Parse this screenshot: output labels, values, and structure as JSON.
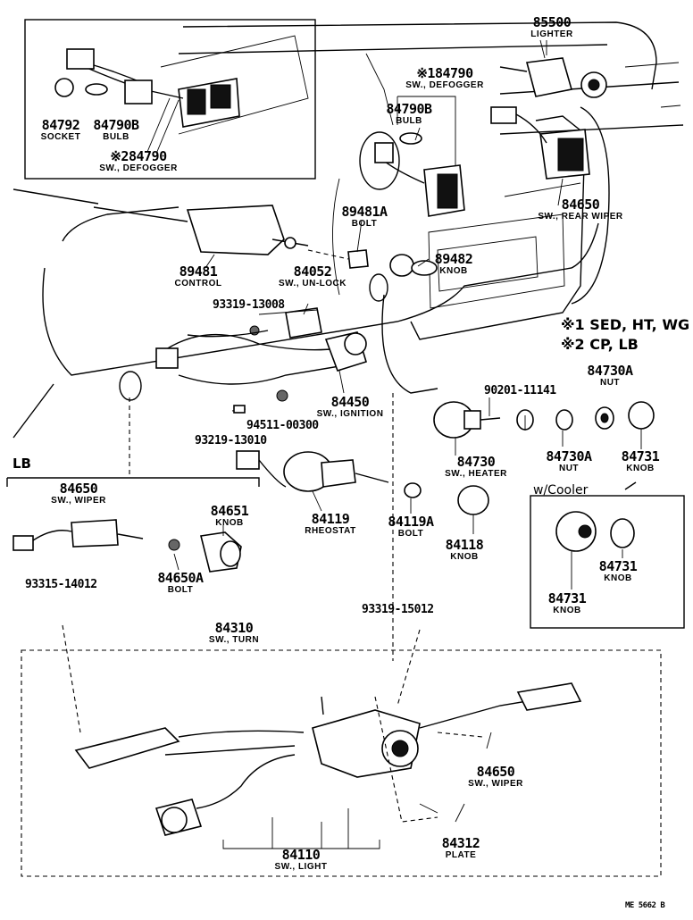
{
  "parts": {
    "p85500": {
      "num": "85500",
      "name": "LIGHTER"
    },
    "p84790_1": {
      "num": "※184790",
      "name": "SW., DEFOGGER"
    },
    "p84790b_main": {
      "num": "84790B",
      "name": "BULB"
    },
    "p84792": {
      "num": "84792",
      "name": "SOCKET"
    },
    "p84790b_inset": {
      "num": "84790B",
      "name": "BULB"
    },
    "p84790_2": {
      "num": "※284790",
      "name": "SW., DEFOGGER"
    },
    "p89481a": {
      "num": "89481A",
      "name": "BOLT"
    },
    "p84650_rear": {
      "num": "84650",
      "name": "SW., REAR WIPER"
    },
    "p89481": {
      "num": "89481",
      "name": "CONTROL"
    },
    "p84052": {
      "num": "84052",
      "name": "SW., UN-LOCK"
    },
    "p89482": {
      "num": "89482",
      "name": "KNOB"
    },
    "p84450": {
      "num": "84450",
      "name": "SW., IGNITION"
    },
    "p84730a_nut1": {
      "num": "84730A",
      "name": "NUT"
    },
    "p84730": {
      "num": "84730",
      "name": "SW., HEATER"
    },
    "p84730a_nut2": {
      "num": "84730A",
      "name": "NUT"
    },
    "p84731_top": {
      "num": "84731",
      "name": "KNOB"
    },
    "p84650_lb": {
      "num": "84650",
      "name": "SW., WIPER"
    },
    "p84651": {
      "num": "84651",
      "name": "KNOB"
    },
    "p84650a": {
      "num": "84650A",
      "name": "BOLT"
    },
    "p84119": {
      "num": "84119",
      "name": "RHEOSTAT"
    },
    "p84119a": {
      "num": "84119A",
      "name": "BOLT"
    },
    "p84118": {
      "num": "84118",
      "name": "KNOB"
    },
    "p84731_cool1": {
      "num": "84731",
      "name": "KNOB"
    },
    "p84731_cool2": {
      "num": "84731",
      "name": "KNOB"
    },
    "p84310": {
      "num": "84310",
      "name": "SW., TURN"
    },
    "p84650_turn": {
      "num": "84650",
      "name": "SW., WIPER"
    },
    "p84312": {
      "num": "84312",
      "name": "PLATE"
    },
    "p84110": {
      "num": "84110",
      "name": "SW., LIGHT"
    }
  },
  "codes": {
    "c93319_13008": "93319-13008",
    "c90201_11141": "90201-11141",
    "c94511_00300": "94511-00300",
    "c93219_13010": "93219-13010",
    "c93315_14012": "93315-14012",
    "c93319_15012": "93319-15012"
  },
  "notes": {
    "note1": "※1 SED, HT, WG",
    "note2": "※2 CP, LB",
    "lb": "LB",
    "cooler": "w/Cooler",
    "drawing_id": "ME 5662 B"
  }
}
